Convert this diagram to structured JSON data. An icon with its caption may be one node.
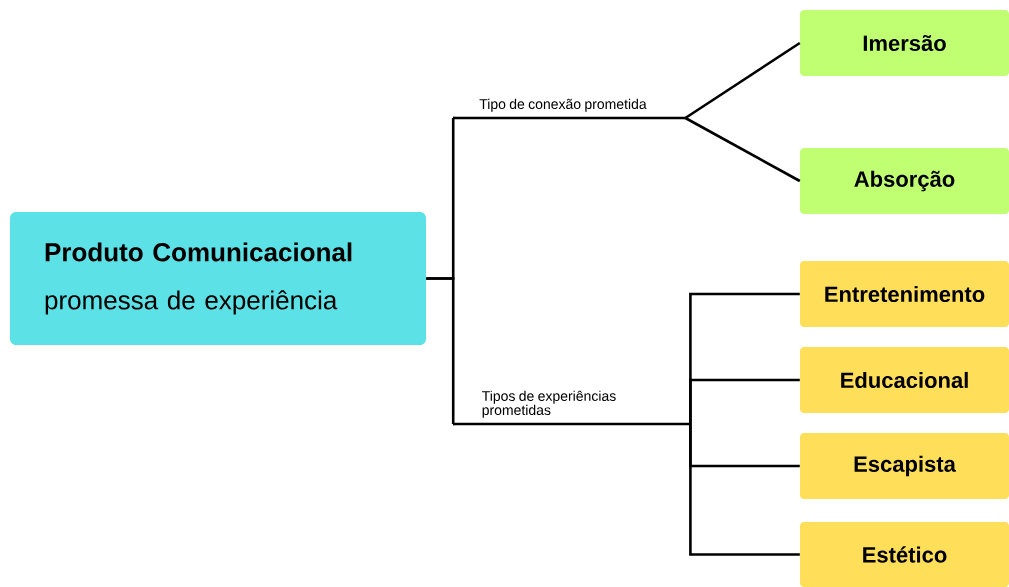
{
  "diagram": {
    "nodes": [
      {
        "text": [
          "Produto Comunicacional",
          "promessa de experiência"
        ]
      },
      {
        "text": [
          "Tipo de conexão prometida"
        ]
      },
      {
        "text": [
          "Imersão"
        ]
      },
      {
        "text": [
          "Absorção"
        ]
      },
      {
        "text": [
          "Tipos de experiências prometidas"
        ]
      },
      {
        "text": [
          "Entretenimento"
        ]
      },
      {
        "text": [
          "Educacional"
        ]
      },
      {
        "text": [
          "Escapista"
        ]
      },
      {
        "text": [
          "Estético"
        ]
      }
    ],
    "edges": [
      {
        "from": 0,
        "to": 1,
        "arrow": "none"
      },
      {
        "from": 1,
        "to": 2,
        "arrow": "none"
      },
      {
        "from": 1,
        "to": 3,
        "arrow": "none"
      },
      {
        "from": 0,
        "to": 4,
        "arrow": "none"
      },
      {
        "from": 4,
        "to": 5,
        "arrow": "none"
      },
      {
        "from": 4,
        "to": 6,
        "arrow": "none"
      },
      {
        "from": 4,
        "to": 7,
        "arrow": "none"
      },
      {
        "from": 4,
        "to": 8,
        "arrow": "none"
      }
    ]
  }
}
